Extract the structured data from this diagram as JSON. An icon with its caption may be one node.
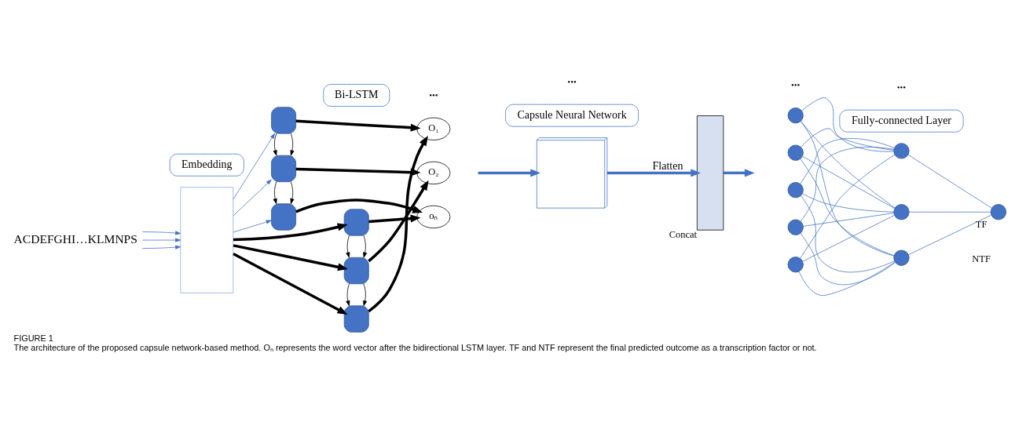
{
  "diagram": {
    "title": "FIGURE 1",
    "caption": "The architecture of the proposed capsule network-based method. Oₙ represents the word vector after the bidirectional LSTM layer. TF and NTF represent the final predicted outcome as a transcription factor or not.",
    "nodes": [
      {
        "text": [
          "ACDEFGHI…KLMNPS"
        ]
      },
      {
        "text": [],
        "shape": "box"
      },
      {
        "text": [],
        "shape": "box"
      },
      {
        "text": [],
        "shape": "box"
      },
      {
        "text": [],
        "shape": "box"
      },
      {
        "text": [],
        "shape": "box"
      },
      {
        "text": [],
        "shape": "box"
      },
      {
        "text": [],
        "shape": "box"
      },
      {
        "text": [
          "O₁"
        ]
      },
      {
        "text": [
          "O₂"
        ]
      },
      {
        "text": [
          "oₙ"
        ]
      },
      {
        "text": [],
        "shape": "cube"
      },
      {
        "text": [
          "Concat"
        ]
      },
      {
        "text": [],
        "shape": "circle"
      },
      {
        "text": [],
        "shape": "circle"
      },
      {
        "text": [],
        "shape": "circle"
      },
      {
        "text": [],
        "shape": "circle"
      },
      {
        "text": [],
        "shape": "circle"
      },
      {
        "text": [],
        "shape": "circle"
      },
      {
        "text": [],
        "shape": "circle"
      },
      {
        "text": [],
        "shape": "circle"
      },
      {
        "text": [],
        "shape": "circle",
        "beside": [
          "TF",
          "NTF"
        ]
      },
      {
        "text": [
          "Embedding"
        ]
      },
      {
        "text": [
          "Bi-LSTM"
        ]
      },
      {
        "text": [
          "Capsule Neural Network"
        ]
      },
      {
        "text": [
          "Fully-connected Layer"
        ]
      }
    ],
    "edges": [
      {
        "from": 0,
        "to": 1,
        "arrow": "to"
      },
      {
        "from": 0,
        "to": 1,
        "arrow": "to"
      },
      {
        "from": 0,
        "to": 1,
        "arrow": "to"
      },
      {
        "from": 1,
        "to": 2,
        "arrow": "to"
      },
      {
        "from": 1,
        "to": 3,
        "arrow": "to"
      },
      {
        "from": 1,
        "to": 4,
        "arrow": "to"
      },
      {
        "from": 1,
        "to": 5,
        "arrow": "to",
        "style": "thick",
        "color": "#000000"
      },
      {
        "from": 1,
        "to": 6,
        "arrow": "to",
        "style": "thick",
        "color": "#000000"
      },
      {
        "from": 1,
        "to": 7,
        "arrow": "to",
        "style": "thick",
        "color": "#000000"
      },
      {
        "from": 2,
        "to": 3,
        "arrow": "to",
        "color": "#000000"
      },
      {
        "from": 2,
        "to": 3,
        "arrow": "to",
        "color": "#000000"
      },
      {
        "from": 3,
        "to": 4,
        "arrow": "to",
        "color": "#000000"
      },
      {
        "from": 3,
        "to": 4,
        "arrow": "to",
        "color": "#000000"
      },
      {
        "from": 7,
        "to": 6,
        "arrow": "to",
        "color": "#000000"
      },
      {
        "from": 7,
        "to": 6,
        "arrow": "to",
        "color": "#000000"
      },
      {
        "from": 6,
        "to": 5,
        "arrow": "to",
        "color": "#000000"
      },
      {
        "from": 6,
        "to": 5,
        "arrow": "to",
        "color": "#000000"
      },
      {
        "from": 2,
        "to": 8,
        "arrow": "to",
        "style": "thick",
        "color": "#000000"
      },
      {
        "from": 5,
        "to": 8,
        "arrow": "to",
        "style": "thick",
        "color": "#000000"
      },
      {
        "from": 3,
        "to": 9,
        "arrow": "to",
        "style": "thick",
        "color": "#000000"
      },
      {
        "from": 6,
        "to": 9,
        "arrow": "to",
        "style": "thick",
        "color": "#000000"
      },
      {
        "from": 7,
        "to": 10,
        "arrow": "to",
        "style": "thick",
        "color": "#000000"
      },
      {
        "from": 4,
        "to": 10,
        "arrow": "to",
        "style": "thick",
        "color": "#000000"
      },
      {
        "from": null,
        "to": 11,
        "arrow": "to",
        "style": "thick"
      },
      {
        "from": 11,
        "to": 12,
        "arrow": "to",
        "label": "Flatten",
        "style": "thick"
      },
      {
        "from": 12,
        "to": null,
        "arrow": "to",
        "style": "thick"
      },
      {
        "from": 13,
        "to": 18,
        "arrow": "none"
      },
      {
        "from": 13,
        "to": 19,
        "arrow": "none"
      },
      {
        "from": 13,
        "to": 20,
        "arrow": "none"
      },
      {
        "from": 14,
        "to": 18,
        "arrow": "none"
      },
      {
        "from": 14,
        "to": 19,
        "arrow": "none"
      },
      {
        "from": 14,
        "to": 20,
        "arrow": "none"
      },
      {
        "from": 15,
        "to": 18,
        "arrow": "none"
      },
      {
        "from": 15,
        "to": 19,
        "arrow": "none"
      },
      {
        "from": 15,
        "to": 20,
        "arrow": "none"
      },
      {
        "from": 16,
        "to": 18,
        "arrow": "none"
      },
      {
        "from": 16,
        "to": 19,
        "arrow": "none"
      },
      {
        "from": 16,
        "to": 20,
        "arrow": "none"
      },
      {
        "from": 17,
        "to": 18,
        "arrow": "none"
      },
      {
        "from": 17,
        "to": 19,
        "arrow": "none"
      },
      {
        "from": 17,
        "to": 20,
        "arrow": "none"
      },
      {
        "from": 18,
        "to": 21,
        "arrow": "none"
      },
      {
        "from": 19,
        "to": 21,
        "arrow": "none"
      },
      {
        "from": 20,
        "to": 21,
        "arrow": "none"
      }
    ],
    "labels": [
      "•••",
      "•••",
      "•••",
      "•••"
    ]
  }
}
